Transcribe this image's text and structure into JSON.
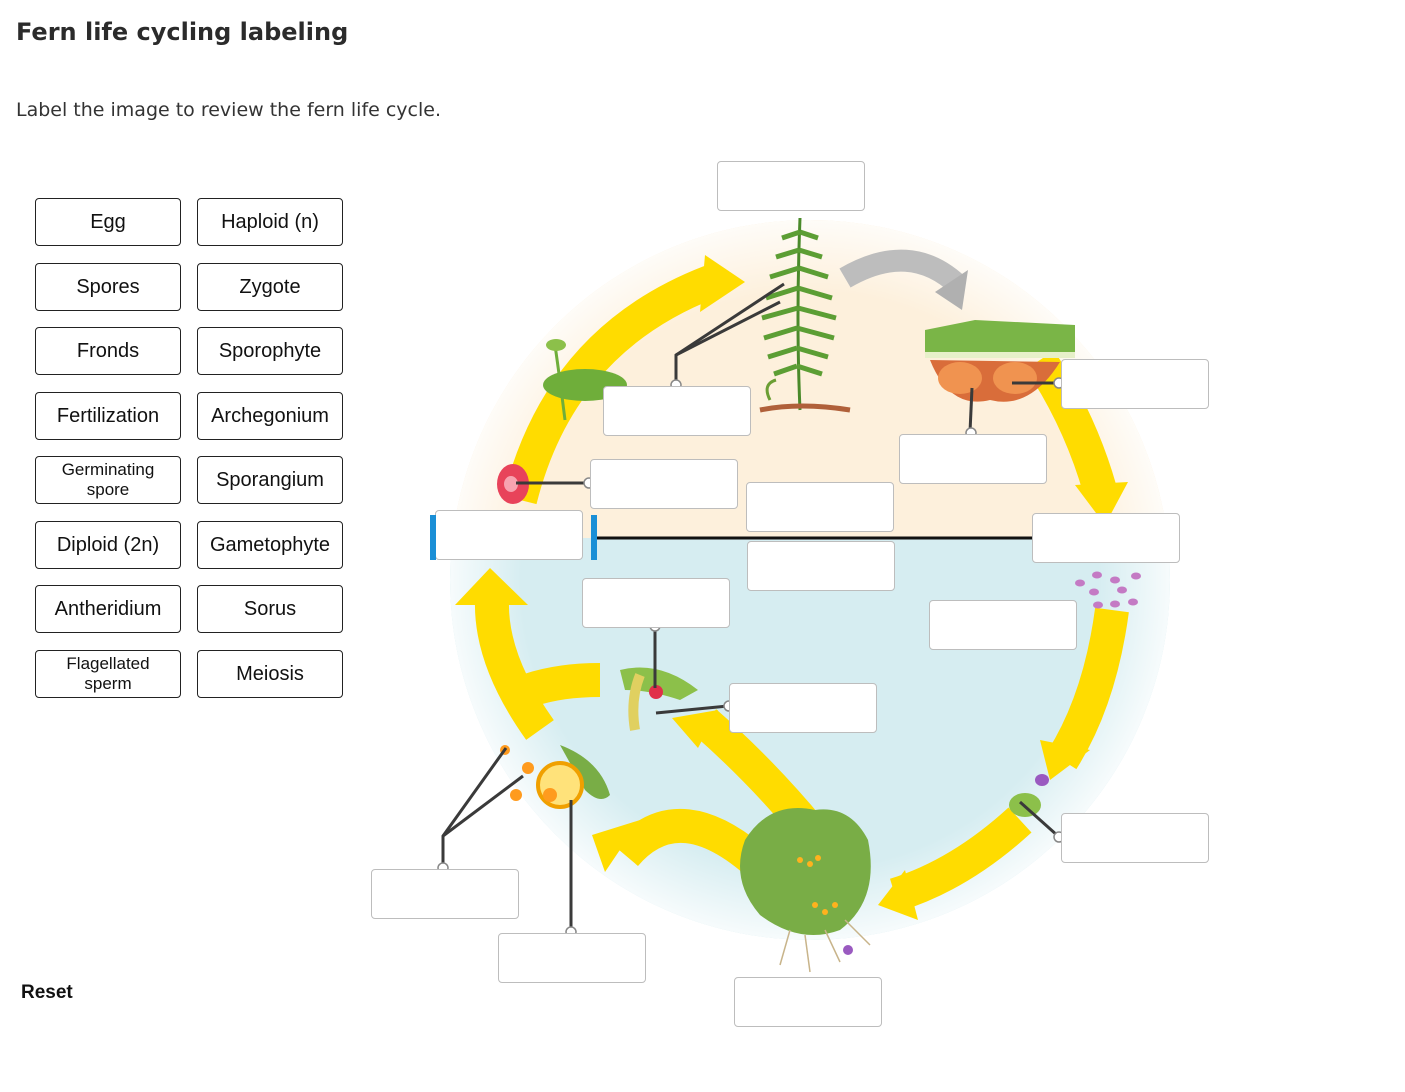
{
  "title": "Fern life cycling labeling",
  "instructions": "Label the image to review the fern life cycle.",
  "terms": [
    {
      "label": "Egg"
    },
    {
      "label": "Haploid (n)"
    },
    {
      "label": "Spores"
    },
    {
      "label": "Zygote"
    },
    {
      "label": "Fronds"
    },
    {
      "label": "Sporophyte"
    },
    {
      "label": "Fertilization"
    },
    {
      "label": "Archegonium"
    },
    {
      "label": "Germinating spore"
    },
    {
      "label": "Sporangium"
    },
    {
      "label": "Diploid (2n)"
    },
    {
      "label": "Gametophyte"
    },
    {
      "label": "Antheridium"
    },
    {
      "label": "Sorus"
    },
    {
      "label": "Flagellated sperm"
    },
    {
      "label": "Meiosis"
    }
  ],
  "reset_label": "Reset",
  "colors": {
    "arrow_yellow": "#ffdc00",
    "diploid_zone": "#fdf0dc",
    "haploid_zone": "#d6edf1",
    "focus_blue": "#1a8fd6",
    "leaf_green": "#6fae3a"
  }
}
